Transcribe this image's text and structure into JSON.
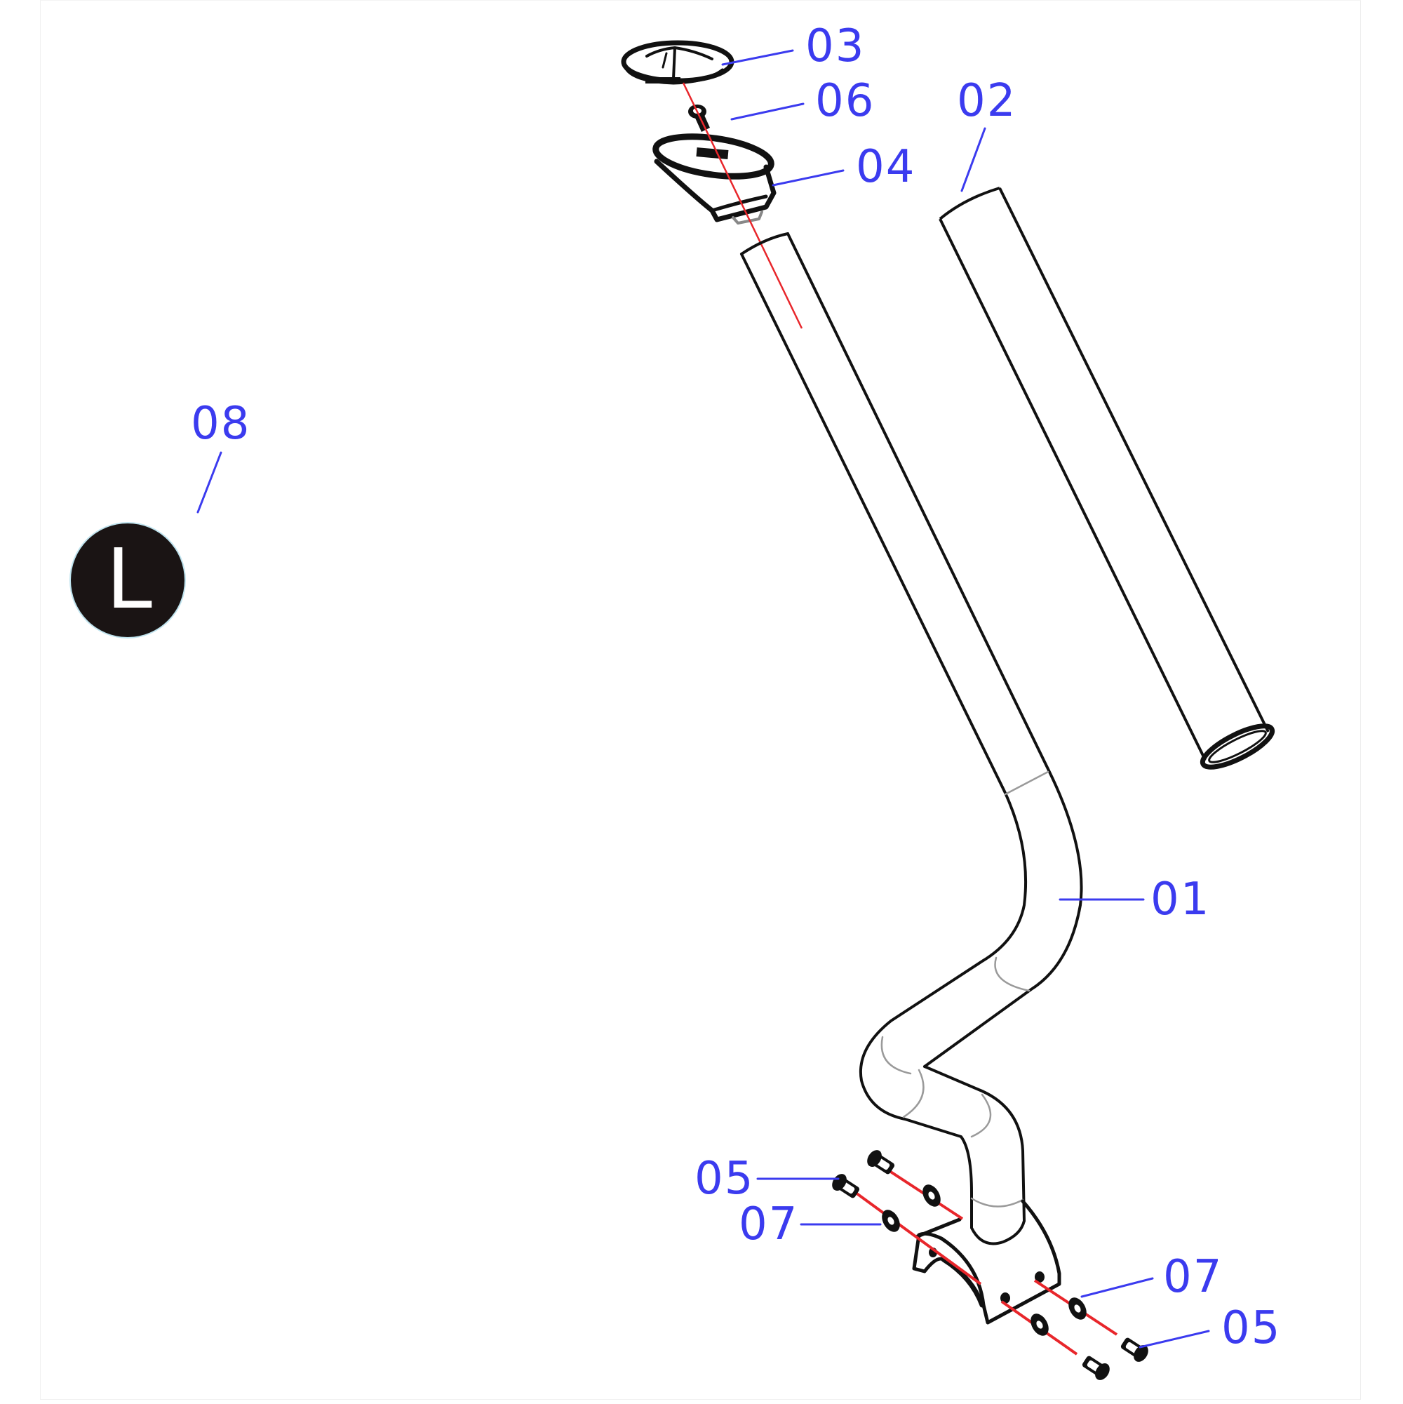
{
  "diagram": {
    "type": "exploded-parts-view",
    "colors": {
      "callout": "#3b3bef",
      "outline": "#111111",
      "assembly_axis": "#e8262b",
      "badge_fill": "#1a1414",
      "badge_text": "#ffffff"
    },
    "callouts": [
      {
        "id": "01",
        "label": "01",
        "part": "main bent tube"
      },
      {
        "id": "02",
        "label": "02",
        "part": "straight tube"
      },
      {
        "id": "03",
        "label": "03",
        "part": "top cap"
      },
      {
        "id": "04",
        "label": "04",
        "part": "tube end fitting"
      },
      {
        "id": "05a",
        "label": "05",
        "part": "bolt (left)"
      },
      {
        "id": "05b",
        "label": "05",
        "part": "bolt (right)"
      },
      {
        "id": "06",
        "label": "06",
        "part": "small screw"
      },
      {
        "id": "07a",
        "label": "07",
        "part": "washer (left)"
      },
      {
        "id": "07b",
        "label": "07",
        "part": "washer (right)"
      },
      {
        "id": "08",
        "label": "08",
        "part": "side badge"
      }
    ],
    "badge": {
      "letter": "L"
    }
  }
}
